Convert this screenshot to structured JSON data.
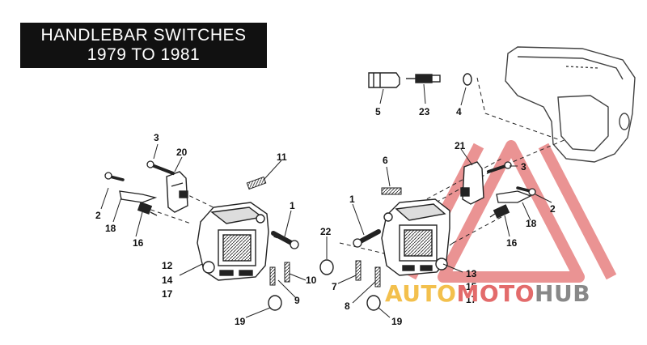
{
  "title": {
    "line1": "HANDLEBAR SWITCHES",
    "line2": "1979 TO 1981"
  },
  "part_labels": [
    {
      "id": "label-5",
      "text": "5"
    },
    {
      "id": "label-23",
      "text": "23"
    },
    {
      "id": "label-4",
      "text": "4"
    },
    {
      "id": "label-3-left",
      "text": "3"
    },
    {
      "id": "label-20",
      "text": "20"
    },
    {
      "id": "label-11",
      "text": "11"
    },
    {
      "id": "label-2-left",
      "text": "2"
    },
    {
      "id": "label-18-left",
      "text": "18"
    },
    {
      "id": "label-16-left",
      "text": "16"
    },
    {
      "id": "label-1-left",
      "text": "1"
    },
    {
      "id": "label-12",
      "text": "12"
    },
    {
      "id": "label-14",
      "text": "14"
    },
    {
      "id": "label-17-left",
      "text": "17"
    },
    {
      "id": "label-10",
      "text": "10"
    },
    {
      "id": "label-9",
      "text": "9"
    },
    {
      "id": "label-19-left",
      "text": "19"
    },
    {
      "id": "label-6",
      "text": "6"
    },
    {
      "id": "label-21",
      "text": "21"
    },
    {
      "id": "label-3-right",
      "text": "3"
    },
    {
      "id": "label-2-right",
      "text": "2"
    },
    {
      "id": "label-18-right",
      "text": "18"
    },
    {
      "id": "label-16-right",
      "text": "16"
    },
    {
      "id": "label-1-right",
      "text": "1"
    },
    {
      "id": "label-22",
      "text": "22"
    },
    {
      "id": "label-7",
      "text": "7"
    },
    {
      "id": "label-8",
      "text": "8"
    },
    {
      "id": "label-13",
      "text": "13"
    },
    {
      "id": "label-15",
      "text": "15"
    },
    {
      "id": "label-17-right",
      "text": "17"
    },
    {
      "id": "label-19-right",
      "text": "19"
    }
  ],
  "watermark": {
    "part1": "AUTO",
    "part2": "MOTO",
    "part3": "HUB",
    "color_auto": "#f3c04d",
    "color_moto": "#e36b6b",
    "color_hub": "#888888",
    "triangle_color": "#e05a5a"
  }
}
